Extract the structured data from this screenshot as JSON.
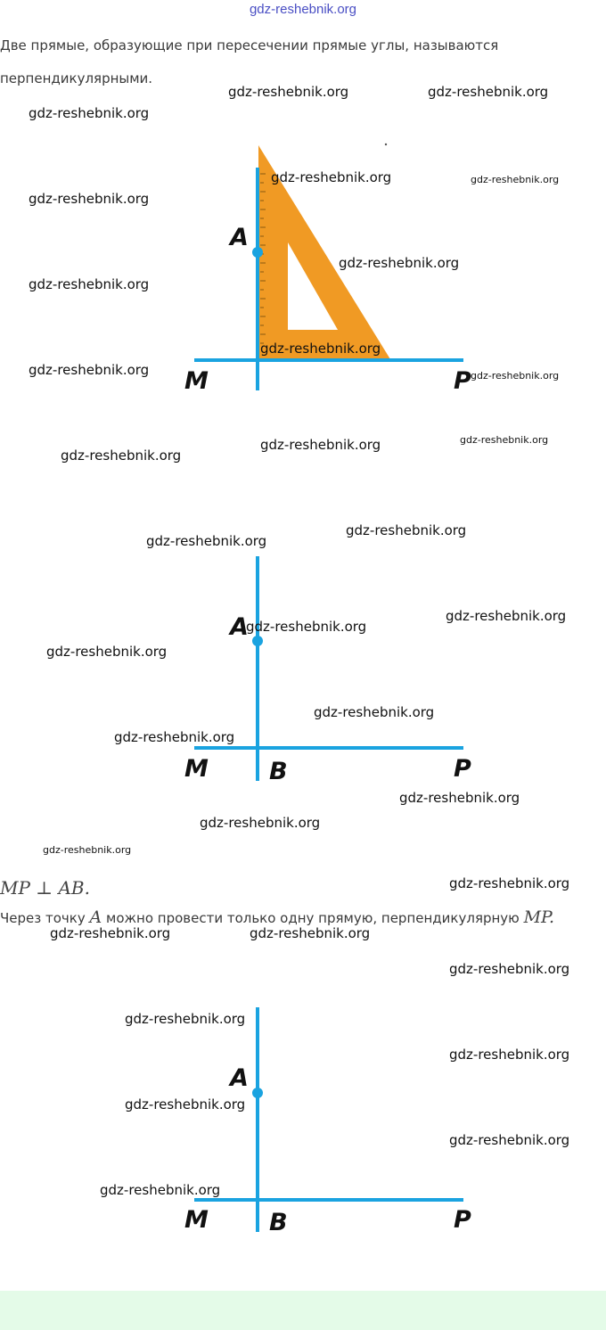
{
  "header": {
    "site_link": "gdz-reshebnik.org"
  },
  "intro": {
    "line1": "Две прямые, образующие при пересечении прямые углы, называются",
    "line2": "перпендикулярными."
  },
  "figures": {
    "fig1": {
      "label_a": "A",
      "label_m": "M",
      "label_p": "P"
    },
    "fig2": {
      "label_a": "A",
      "label_m": "M",
      "label_b": "B",
      "label_p": "P"
    },
    "fig3": {
      "label_a": "A",
      "label_m": "M",
      "label_b": "B",
      "label_p": "P"
    }
  },
  "statement": {
    "formula": "MP ⊥ AB."
  },
  "conclusion": {
    "text_before": "Через точку ",
    "var_a": "A",
    "text_after": " можно провести только одну прямую, перпендикулярную ",
    "var_mp": "MP."
  },
  "watermark": "gdz-reshebnik.org",
  "colors": {
    "line": "#1aa3e0",
    "triangle": "#f09a24",
    "footer": "#e4fbe8"
  }
}
